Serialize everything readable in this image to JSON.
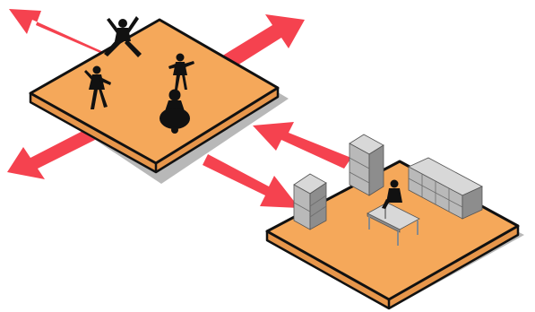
{
  "colors": {
    "arrow": "#f5424f",
    "floor_top": "#f5a85a",
    "floor_side": "#e7964b",
    "outline": "#111111",
    "shadow": "#9a9a9a",
    "furniture_light": "#d8d8d8",
    "furniture_mid": "#b9b9b9",
    "furniture_dark": "#8d8d8d",
    "silhouette": "#111111",
    "background": "#ffffff"
  },
  "scene": {
    "left_platform": {
      "label": "",
      "occupants": [
        "jumping-person-silhouette",
        "dancing-child-silhouette-left",
        "dancing-child-silhouette-right",
        "seated-child-silhouette"
      ]
    },
    "right_platform": {
      "label": "",
      "occupants": [
        "cabinet-left",
        "cabinet-back",
        "filing-cabinet-row",
        "desk",
        "seated-worker-silhouette"
      ]
    },
    "arrows": [
      "arrow-up-left",
      "arrow-up-right",
      "arrow-down-left",
      "arrow-down-right",
      "arrow-back-from-office"
    ]
  }
}
